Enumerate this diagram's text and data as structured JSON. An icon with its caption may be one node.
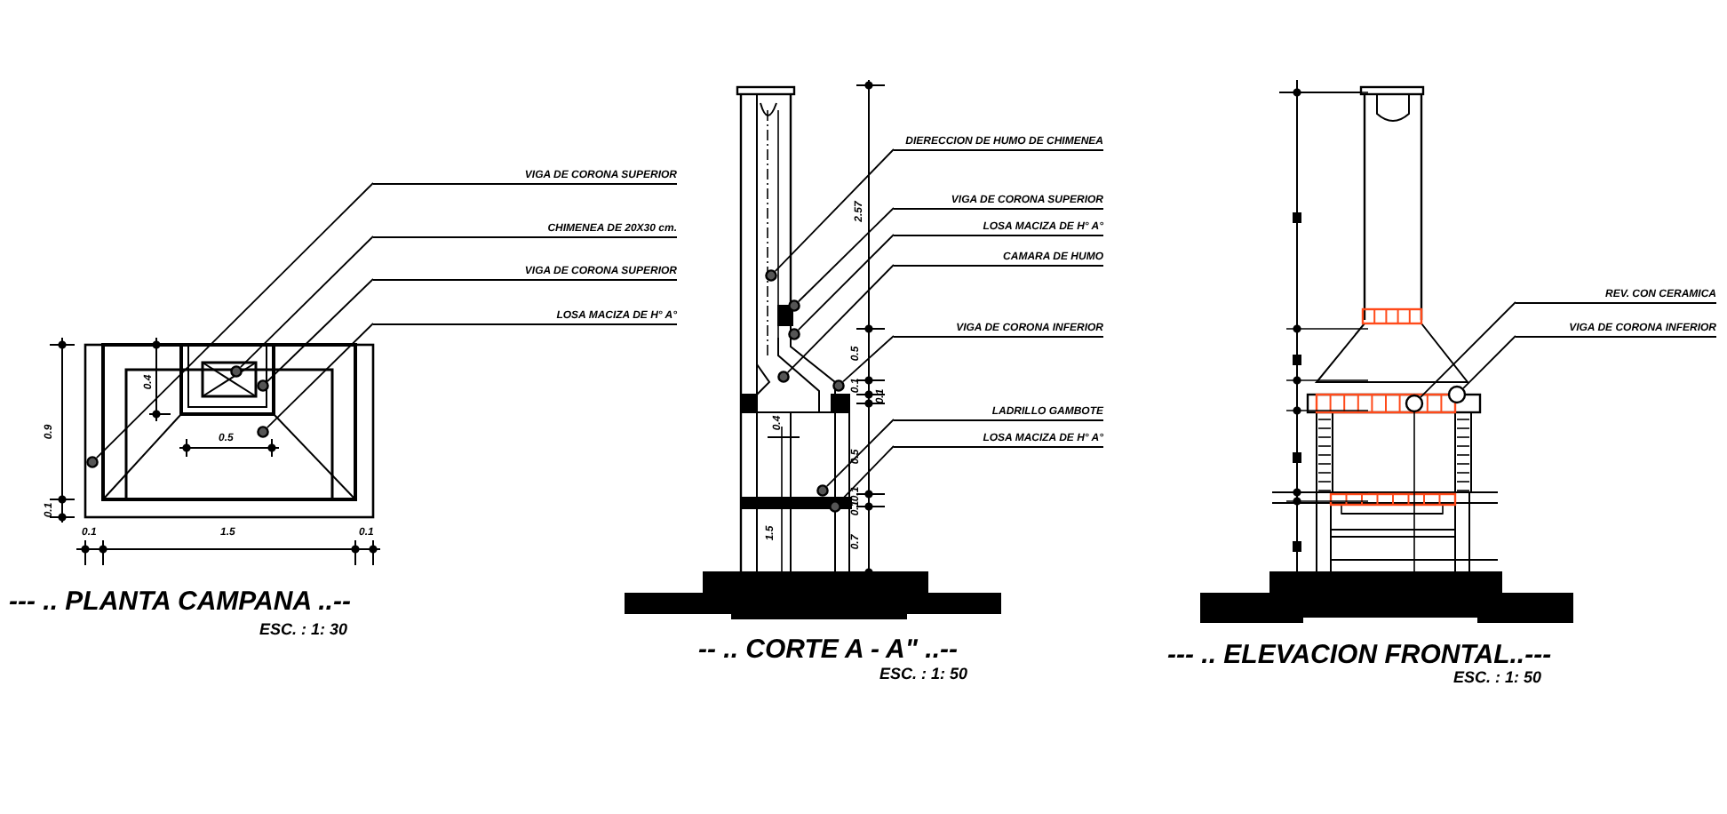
{
  "diagram": {
    "nodes": [
      {
        "text": [
          "VIGA DE CORONA SUPERIOR"
        ]
      },
      {
        "text": [
          "CHIMENEA DE 20X30 cm."
        ]
      },
      {
        "text": [
          "VIGA DE CORONA SUPERIOR"
        ]
      },
      {
        "text": [
          "LOSA MACIZA DE H° A°"
        ]
      },
      {
        "text": [],
        "shape": "circle"
      },
      {
        "text": [],
        "shape": "circle"
      },
      {
        "text": [],
        "shape": "circle"
      },
      {
        "text": [],
        "shape": "circle"
      },
      {
        "text": [
          "DIERECCION DE HUMO DE CHIMENEA"
        ]
      },
      {
        "text": [
          "VIGA DE CORONA SUPERIOR"
        ]
      },
      {
        "text": [
          "LOSA MACIZA DE H° A°"
        ]
      },
      {
        "text": [
          "CAMARA DE HUMO"
        ]
      },
      {
        "text": [
          "VIGA DE CORONA INFERIOR"
        ]
      },
      {
        "text": [
          "LADRILLO GAMBOTE"
        ]
      },
      {
        "text": [
          "LOSA MACIZA DE H° A°"
        ]
      },
      {
        "text": [],
        "shape": "circle"
      },
      {
        "text": [],
        "shape": "circle"
      },
      {
        "text": [],
        "shape": "circle"
      },
      {
        "text": [],
        "shape": "circle"
      },
      {
        "text": [],
        "shape": "circle"
      },
      {
        "text": [],
        "shape": "circle"
      },
      {
        "text": [],
        "shape": "circle"
      },
      {
        "text": [
          "REV. CON CERAMICA"
        ]
      },
      {
        "text": [
          "VIGA DE CORONA INFERIOR"
        ]
      },
      {
        "text": [],
        "shape": "circle"
      },
      {
        "text": [],
        "shape": "circle"
      }
    ],
    "edges": [
      {
        "from": 0,
        "to": 4,
        "arrow": "none"
      },
      {
        "from": 1,
        "to": 5,
        "arrow": "none"
      },
      {
        "from": 2,
        "to": 6,
        "arrow": "none"
      },
      {
        "from": 3,
        "to": 7,
        "arrow": "none"
      },
      {
        "from": 8,
        "to": 15,
        "arrow": "none"
      },
      {
        "from": 9,
        "to": 16,
        "arrow": "none"
      },
      {
        "from": 10,
        "to": 17,
        "arrow": "none"
      },
      {
        "from": 11,
        "to": 18,
        "arrow": "none"
      },
      {
        "from": 12,
        "to": 19,
        "arrow": "none"
      },
      {
        "from": 13,
        "to": 20,
        "arrow": "none"
      },
      {
        "from": 14,
        "to": 21,
        "arrow": "none"
      },
      {
        "from": 22,
        "to": 24,
        "arrow": "none"
      },
      {
        "from": 23,
        "to": 25,
        "arrow": "none"
      }
    ],
    "labels": [
      "0.4",
      "0.9",
      "0.5",
      "0.1",
      "0.1",
      "1.5",
      "0.1",
      "--- .. PLANTA CAMPANA ..--",
      "ESC. :  1: 30",
      "2.57",
      "0.5",
      "0.1",
      "0.1",
      "0.4",
      "0.5",
      "0.1",
      "0.1",
      "1.5",
      "0.7",
      "-- .. CORTE A - A\" ..--",
      "ESC. :  1: 50",
      "--- .. ELEVACION FRONTAL..---",
      "ESC. :  1: 50"
    ]
  }
}
